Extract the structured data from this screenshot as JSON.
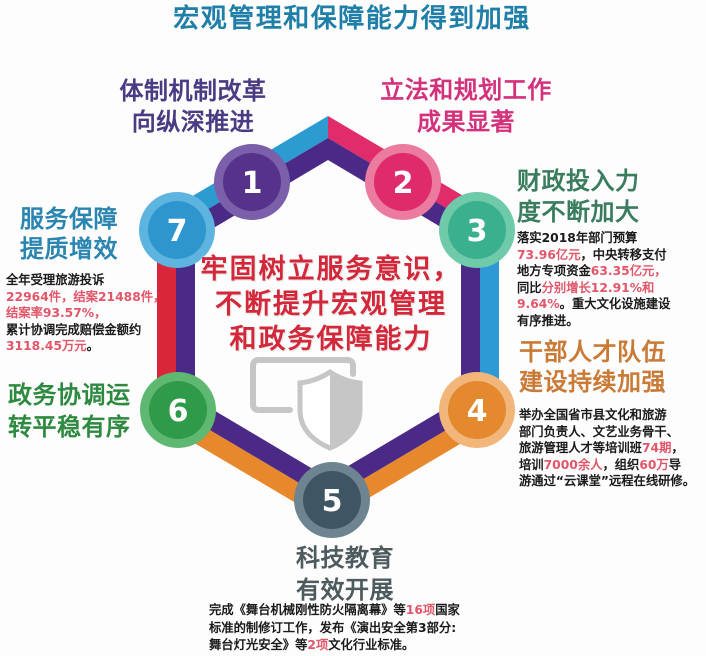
{
  "title": "宏观管理和保障能力得到加强",
  "title_color": "#1f7fa8",
  "center_message": {
    "color": "#d3283a",
    "lines": [
      "牢固树立服务意识，",
      "不断提升宏观管理",
      "和政务保障能力"
    ]
  },
  "center_icon": "shield-laptop-icon",
  "ring": {
    "inner_color": "#4a2a86",
    "outer_segments": {
      "top_left": "#2c9bd2",
      "top_right": "#e12b6b",
      "right": "#2d9ad6",
      "bottom_right": "#e8882c",
      "bottom_left": "#e8882c",
      "left": "#d9263a"
    },
    "icon_color": "#c6c6c6"
  },
  "items": [
    {
      "number": "1",
      "heading": [
        "体制机制改革",
        "向纵深推进"
      ],
      "heading_color": "#4a3b82",
      "circle": {
        "rim": "#7b5fab",
        "fill": "#56328b"
      },
      "details": []
    },
    {
      "number": "2",
      "heading": [
        "立法和规划工作",
        "成果显著"
      ],
      "heading_color": "#d4317c",
      "circle": {
        "rim": "#ec7ba0",
        "fill": "#df2a6b"
      },
      "details": []
    },
    {
      "number": "3",
      "heading": [
        "财政投入力",
        "度不断加大"
      ],
      "heading_color": "#3a7d5e",
      "circle": {
        "rim": "#6fcaa9",
        "fill": "#3bb08e"
      },
      "details": [
        [
          {
            "t": "落实2018年部门预算"
          }
        ],
        [
          {
            "t": "73.96亿元",
            "hl": true
          },
          {
            "t": "，中央转移支付"
          }
        ],
        [
          {
            "t": "地方专项资金"
          },
          {
            "t": "63.35亿元，",
            "hl": true
          }
        ],
        [
          {
            "t": "同比"
          },
          {
            "t": "分别增长12.91%和",
            "hl": true
          }
        ],
        [
          {
            "t": "9.64%",
            "hl": true
          },
          {
            "t": "。重大文化设施建设"
          }
        ],
        [
          {
            "t": "有序推进。"
          }
        ]
      ]
    },
    {
      "number": "4",
      "heading": [
        "干部人才队伍",
        "建设持续加强"
      ],
      "heading_color": "#c97a35",
      "circle": {
        "rim": "#f2b57a",
        "fill": "#e4892e"
      },
      "details": [
        [
          {
            "t": "举办全国省市县文化和旅游"
          }
        ],
        [
          {
            "t": "部门负责人、文艺业务骨干、"
          }
        ],
        [
          {
            "t": "旅游管理人才等培训班"
          },
          {
            "t": "74期",
            "hl": true
          },
          {
            "t": "，"
          }
        ],
        [
          {
            "t": "培训"
          },
          {
            "t": "7000余人",
            "hl": true
          },
          {
            "t": "，组织"
          },
          {
            "t": "60万",
            "hl": true
          },
          {
            "t": "导"
          }
        ],
        [
          {
            "t": "游通过“云课堂”远程在线研修。"
          }
        ]
      ]
    },
    {
      "number": "5",
      "heading": [
        "科技教育",
        "有效开展"
      ],
      "heading_color": "#4d5a5e",
      "circle": {
        "rim": "#6e8490",
        "fill": "#3e5663"
      },
      "details": [
        [
          {
            "t": "完成《舞台机械刚性防火隔离幕》等"
          },
          {
            "t": "16项",
            "hl": true
          },
          {
            "t": "国家"
          }
        ],
        [
          {
            "t": "标准的制修订工作，发布《演出安全第3部分:"
          }
        ],
        [
          {
            "t": "舞台灯光安全》等"
          },
          {
            "t": "2项",
            "hl": true
          },
          {
            "t": "文化行业标准。"
          }
        ]
      ]
    },
    {
      "number": "6",
      "heading": [
        "政务协调运",
        "转平稳有序"
      ],
      "heading_color": "#2e8a40",
      "circle": {
        "rim": "#5fb872",
        "fill": "#2f9a4a"
      },
      "details": []
    },
    {
      "number": "7",
      "heading": [
        "服务保障",
        "提质增效"
      ],
      "heading_color": "#2a85b1",
      "circle": {
        "rim": "#5db4df",
        "fill": "#2e96cf"
      },
      "details": [
        [
          {
            "t": "全年受理旅游投诉"
          }
        ],
        [
          {
            "t": "22964件，结案21488件，",
            "hl": true
          }
        ],
        [
          {
            "t": "结案率93.57%，",
            "hl": true
          }
        ],
        [
          {
            "t": "累计协调完成赔偿金额约"
          }
        ],
        [
          {
            "t": "3118.45万元",
            "hl": true
          },
          {
            "t": "。"
          }
        ]
      ]
    }
  ]
}
